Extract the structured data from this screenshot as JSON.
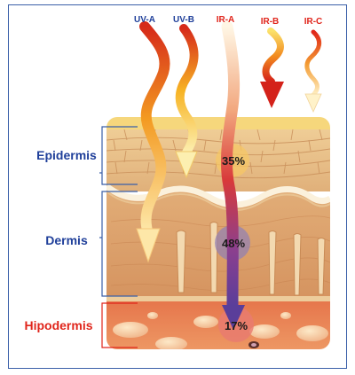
{
  "diagram": {
    "rays": [
      {
        "label": "UV-A",
        "color": "#1f3f9a"
      },
      {
        "label": "UV-B",
        "color": "#1f3f9a"
      },
      {
        "label": "IR-A",
        "color": "#e0251b"
      },
      {
        "label": "IR-B",
        "color": "#e0251b"
      },
      {
        "label": "IR-C",
        "color": "#e0251b"
      }
    ],
    "layers": [
      {
        "label": "Epidermis",
        "color": "#1f3f9a"
      },
      {
        "label": "Dermis",
        "color": "#1f3f9a"
      },
      {
        "label": "Hipodermis",
        "color": "#e0251b"
      }
    ],
    "penetration": [
      {
        "layer": "Epidermis",
        "value": "35%"
      },
      {
        "layer": "Dermis",
        "value": "48%"
      },
      {
        "layer": "Hipodermis",
        "value": "17%"
      }
    ],
    "colors": {
      "frame": "#3a5fa8",
      "bracket": "#3a5fa8",
      "hipodermis_bracket": "#e0251b",
      "skin_top": "#f5d57a",
      "epidermis": "#e8c089",
      "dermis": "#dba06c",
      "hipodermis": "#e8744a"
    }
  }
}
